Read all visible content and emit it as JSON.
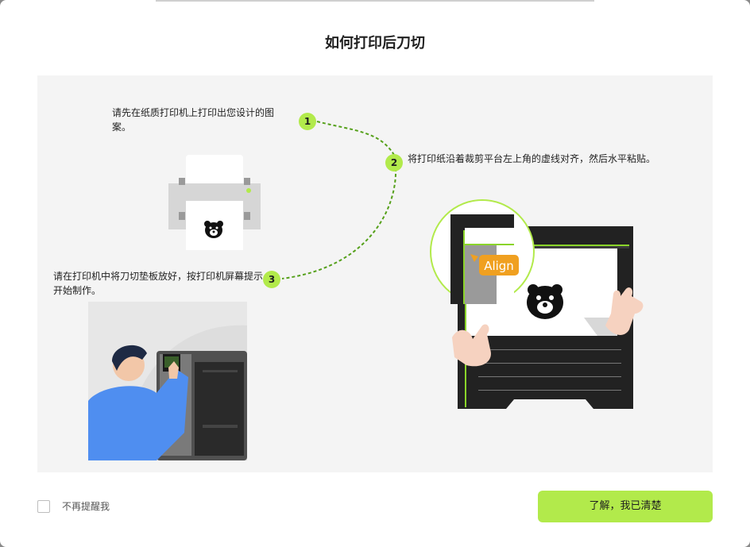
{
  "dialog": {
    "title": "如何打印后刀切"
  },
  "steps": [
    {
      "number": "1",
      "text": "请先在纸质打印机上打印出您设计的图案。"
    },
    {
      "number": "2",
      "text": "将打印纸沿着裁剪平台左上角的虚线对齐，然后水平粘贴。"
    },
    {
      "number": "3",
      "text": "请在打印机中将刀切垫板放好，按打印机屏幕提示开始制作。"
    }
  ],
  "illustration": {
    "align_label": "Align"
  },
  "footer": {
    "dont_remind_label": "不再提醒我",
    "confirm_label": "了解，我已清楚"
  },
  "colors": {
    "accent": "#b2ea4b",
    "panel_bg": "#f4f4f4",
    "align_tag": "#f0a020",
    "dashed_path": "#55a01a",
    "shirt": "#4f8ef0"
  }
}
